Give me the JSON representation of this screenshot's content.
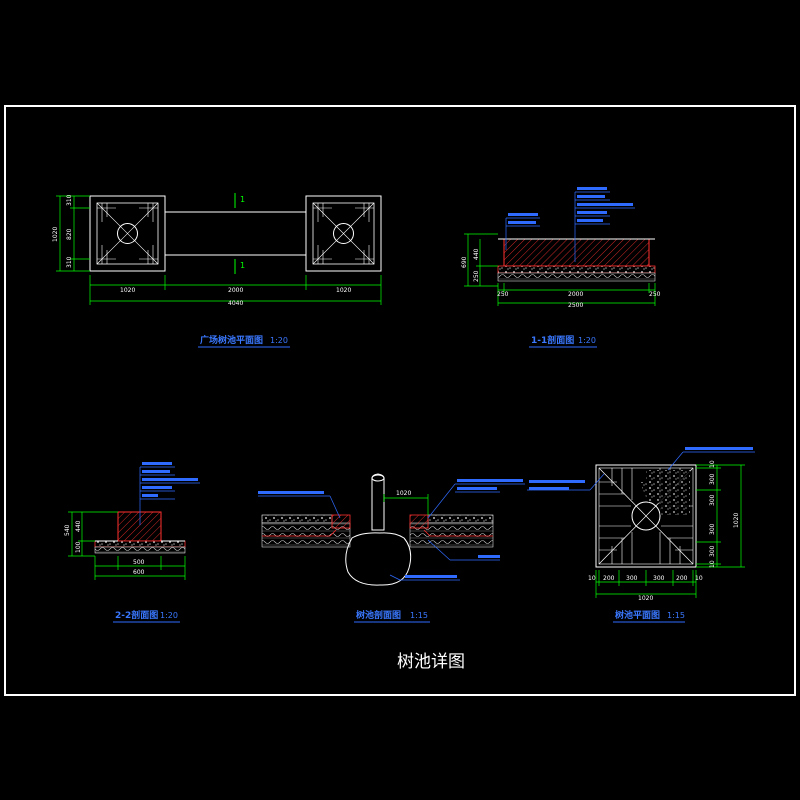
{
  "title": "树池详图",
  "views": {
    "plan": {
      "caption": "广场树池平面图",
      "scale": "1:20",
      "section_mark": "1",
      "dims_left": [
        "310",
        "820",
        "310"
      ],
      "dim_left_total": "1020",
      "dims_bottom": [
        "1020",
        "2000",
        "1020"
      ],
      "dim_bottom_total": "4040"
    },
    "section11": {
      "caption": "1-1剖面图",
      "scale": "1:20",
      "dims_left": [
        "440",
        "250"
      ],
      "dim_left_total": "690",
      "dims_bottom": [
        "250",
        "2000",
        "250"
      ],
      "dim_bottom_total": "2500"
    },
    "section22": {
      "caption": "2-2剖面图",
      "scale": "1:20",
      "dims_left": [
        "440",
        "100"
      ],
      "dim_left_total": "540",
      "dims_bottom": [
        "500",
        "600"
      ]
    },
    "treeSection": {
      "caption": "树池剖面图",
      "scale": "1:15",
      "dim_top": "1020"
    },
    "treePlan": {
      "caption": "树池平面图",
      "scale": "1:15",
      "dims_right": [
        "10",
        "300",
        "300",
        "1020",
        "300",
        "300",
        "10"
      ],
      "dims_bottom": [
        "10",
        "200",
        "300",
        "300",
        "200",
        "10"
      ],
      "dim_bottom_total": "1020"
    }
  }
}
